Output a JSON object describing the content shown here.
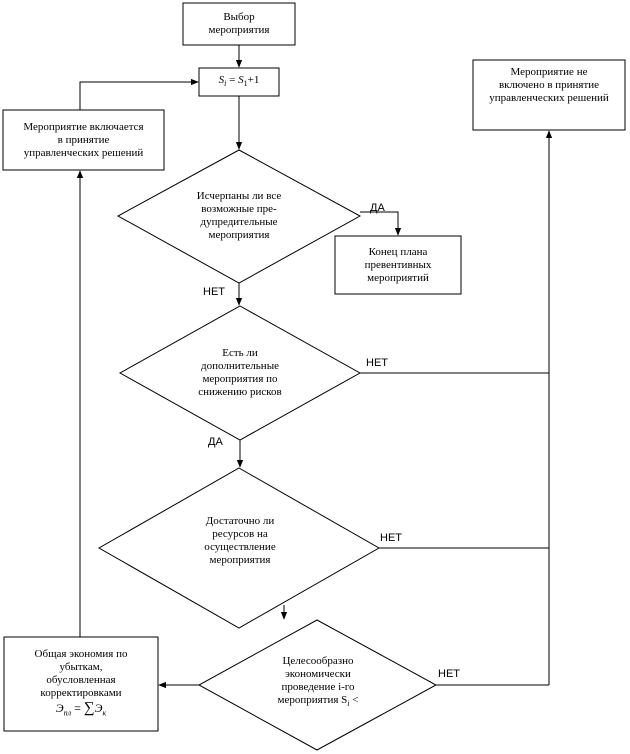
{
  "nodes": {
    "select": {
      "lines": [
        "Выбор",
        "мероприятия"
      ]
    },
    "increment": {
      "s": "S",
      "sub_i": "i",
      "eq": " = ",
      "sub_1": "1",
      "plus": "+1"
    },
    "included": {
      "lines": [
        "Мероприятие включается",
        "в принятие",
        "управленческих решений"
      ]
    },
    "not_included": {
      "lines": [
        "Мероприятие не",
        "включено в принятие",
        "управленческих решений"
      ]
    },
    "exhausted": {
      "lines": [
        "Исчерпаны ли все",
        "возможные пре-",
        "дупредительные",
        "мероприятия"
      ]
    },
    "end_plan": {
      "lines": [
        "Конец плана",
        "превентивных",
        "мероприятий"
      ]
    },
    "additional": {
      "lines": [
        "Есть ли",
        "дополнительные",
        "мероприятия по",
        "снижению рисков"
      ]
    },
    "resources": {
      "lines": [
        "Достаточно ли",
        "ресурсов на",
        "осуществление",
        "мероприятия"
      ]
    },
    "economic": {
      "lines": [
        "Целесообразно",
        "экономически",
        "проведение i-го",
        "мероприятия S"
      ],
      "sub": "i",
      "tail": " <"
    },
    "savings": {
      "lines": [
        "Общая экономия по",
        "убыткам,",
        "обусловленная",
        "корректировками"
      ],
      "formula_lhs": "Э",
      "formula_lhs_sub": "пл",
      "formula_eq": " = ",
      "formula_sum": "∑",
      "formula_rhs": "Э",
      "formula_rhs_sub": "к"
    }
  },
  "edge_labels": {
    "yes1": "ДА",
    "no1": "НЕТ",
    "no2": "НЕТ",
    "yes2": "ДА",
    "no3": "НЕТ",
    "no4": "НЕТ"
  },
  "colors": {
    "stroke": "#000000",
    "fill": "#ffffff"
  }
}
